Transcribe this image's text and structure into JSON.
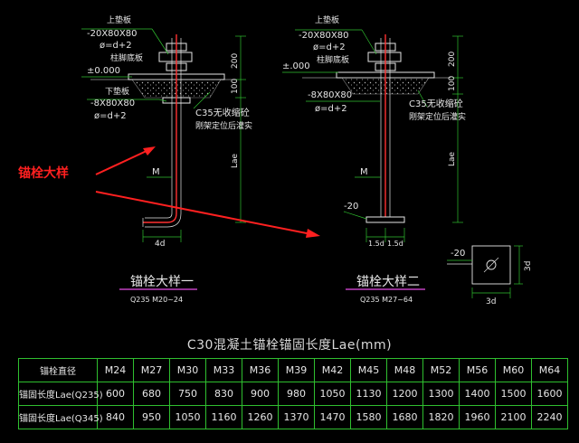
{
  "annotation": {
    "label": "锚栓大样",
    "color": "#ff2020"
  },
  "detail1": {
    "top_plate": "上垫板",
    "top_plate_size": "-20X80X80",
    "top_plate_hole": "ø=d+2",
    "base_plate": "柱脚底板",
    "elevation": "±0.000",
    "bottom_plate": "下垫板",
    "bottom_plate_size": "-8X80X80",
    "bottom_plate_hole": "ø=d+2",
    "grout_1": "C35无收缩砼",
    "grout_2": "刚架定位后灌实",
    "dim_top": "200",
    "dim_mid": "100",
    "dim_lae": "Lae",
    "bolt": "M",
    "hook": "4d",
    "title": "锚栓大样一",
    "subtitle": "Q235 M20~24"
  },
  "detail2": {
    "top_plate": "上垫板",
    "top_plate_size": "-20X80X80",
    "top_plate_hole": "ø=d+2",
    "base_plate": "柱脚底板",
    "elevation": "±.000",
    "bottom_plate_size": "-8X80X80",
    "bottom_plate_hole": "ø=d+2",
    "grout_1": "C35无收缩砼",
    "grout_2": "刚架定位后灌实",
    "dim_top": "200",
    "dim_mid": "100",
    "dim_lae": "Lae",
    "bolt": "M",
    "end_plate": "-20",
    "dim_left": "1.5d",
    "dim_right": "1.5d",
    "title": "锚栓大样二",
    "subtitle": "Q235 M27~64"
  },
  "plate_detail": {
    "thickness": "-20",
    "side": "3d",
    "width": "3d"
  },
  "table": {
    "title": "C30混凝土锚栓锚固长度Lae(mm)",
    "header": [
      "锚栓直径",
      "M24",
      "M27",
      "M30",
      "M33",
      "M36",
      "M39",
      "M42",
      "M45",
      "M48",
      "M52",
      "M56",
      "M60",
      "M64"
    ],
    "rows": [
      [
        "锚固长度Lae(Q235)",
        "600",
        "680",
        "750",
        "830",
        "900",
        "980",
        "1050",
        "1130",
        "1200",
        "1300",
        "1400",
        "1500",
        "1600"
      ],
      [
        "锚固长度Lae(Q345)",
        "840",
        "950",
        "1050",
        "1160",
        "1260",
        "1370",
        "1470",
        "1580",
        "1680",
        "1820",
        "1960",
        "2100",
        "2240"
      ]
    ]
  },
  "colors": {
    "background": "#000000",
    "line": "#e6e6e6",
    "bolt": "#ff3030",
    "dim": "#2fbf2f",
    "accent": "#c040c0",
    "table_border": "#2fbf2f"
  }
}
